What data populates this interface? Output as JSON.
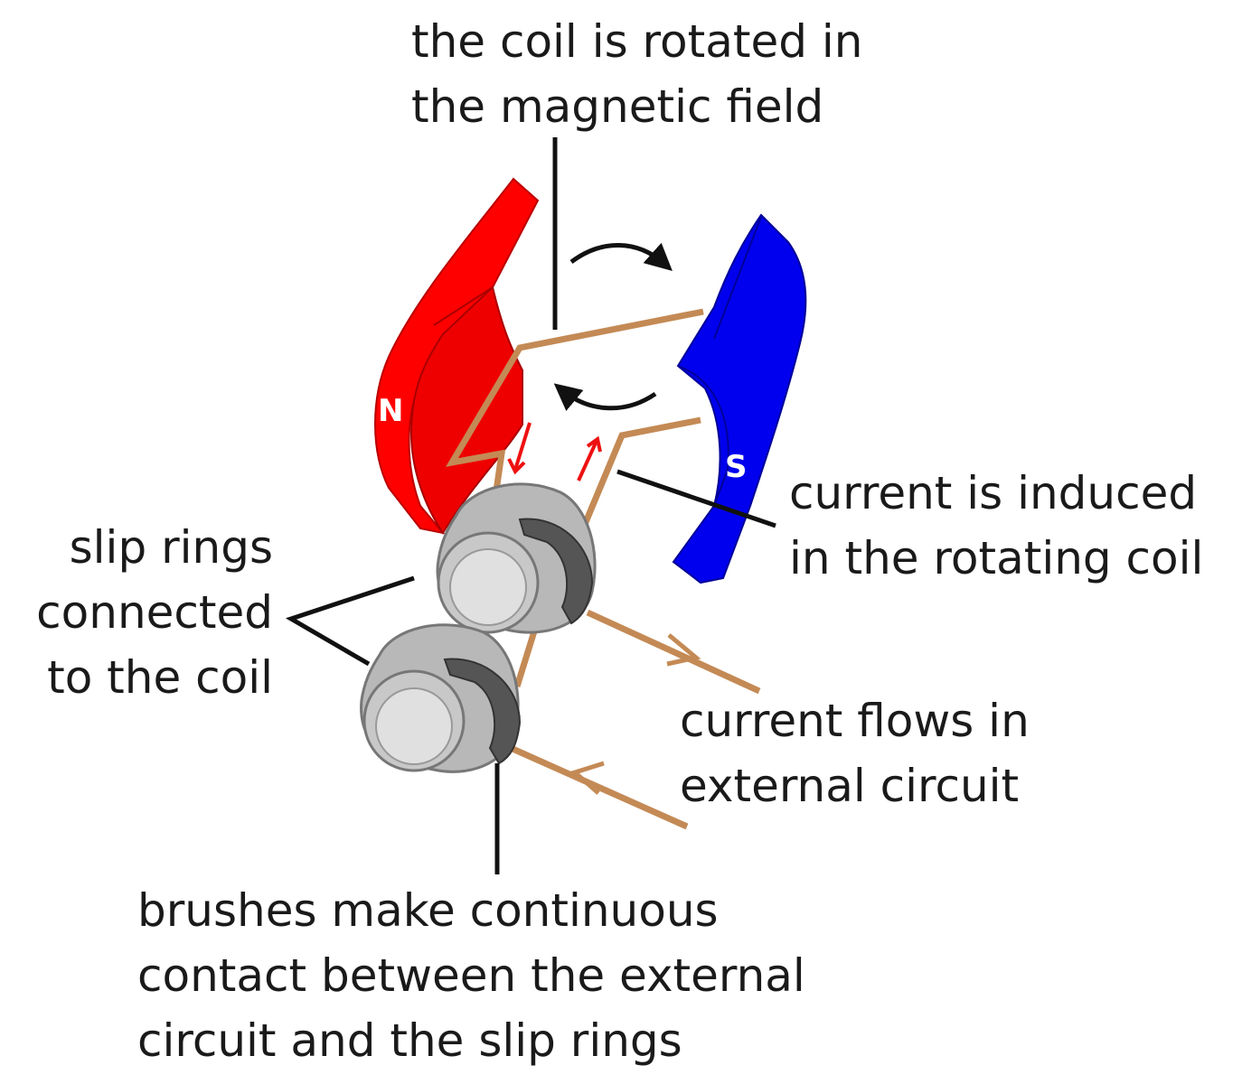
{
  "labels": {
    "coil_rotated": [
      "the coil is rotated in",
      "the magnetic field"
    ],
    "current_induced": [
      "current is induced",
      "in the rotating coil"
    ],
    "slip_rings": [
      "slip rings",
      "connected",
      "to the coil"
    ],
    "current_flows": [
      "current flows in",
      "external circuit"
    ],
    "brushes": [
      "brushes make continuous",
      "contact between the external",
      "circuit and the slip rings"
    ]
  },
  "poles": {
    "north": "N",
    "south": "S"
  },
  "colors": {
    "north_magnet": "#ff0000",
    "south_magnet": "#0000ee",
    "coil_wire": "#c48a55",
    "ring_light": "#d8d8d8",
    "ring_mid": "#a8a8a8",
    "brush": "#555555",
    "induced_arrow": "#ee1111",
    "leader_line": "#111111"
  }
}
